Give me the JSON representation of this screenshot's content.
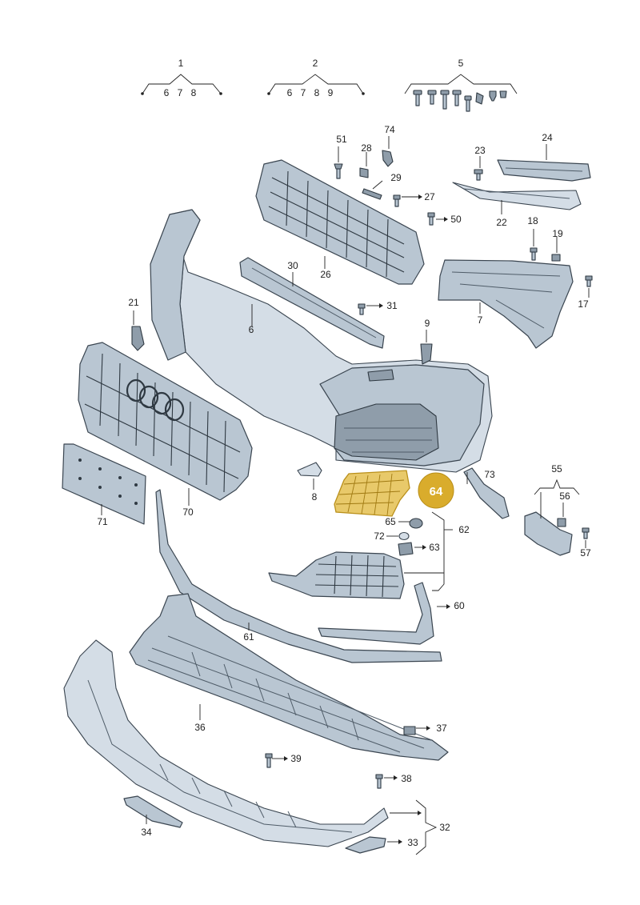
{
  "diagram": {
    "highlight_badge": "64",
    "labels": {
      "l1": "1",
      "l2": "2",
      "l5": "5",
      "g1_6": "6",
      "g1_7": "7",
      "g1_8": "8",
      "g2_6": "6",
      "g2_7": "7",
      "g2_8": "8",
      "g2_9": "9",
      "l51": "51",
      "l74": "74",
      "l28": "28",
      "l29": "29",
      "l27": "27",
      "l50": "50",
      "l24": "24",
      "l23": "23",
      "l22": "22",
      "l18": "18",
      "l19": "19",
      "l17": "17",
      "l7": "7",
      "l26": "26",
      "l30": "30",
      "l31": "31",
      "l21": "21",
      "l6": "6",
      "l9": "9",
      "l70": "70",
      "l71": "71",
      "l8": "8",
      "l73": "73",
      "l55": "55",
      "l56": "56",
      "l57": "57",
      "l65": "65",
      "l62": "62",
      "l72": "72",
      "l63": "63",
      "l60": "60",
      "l61": "61",
      "l36": "36",
      "l37": "37",
      "l39": "39",
      "l38": "38",
      "l32": "32",
      "l34": "34",
      "l33": "33"
    }
  }
}
